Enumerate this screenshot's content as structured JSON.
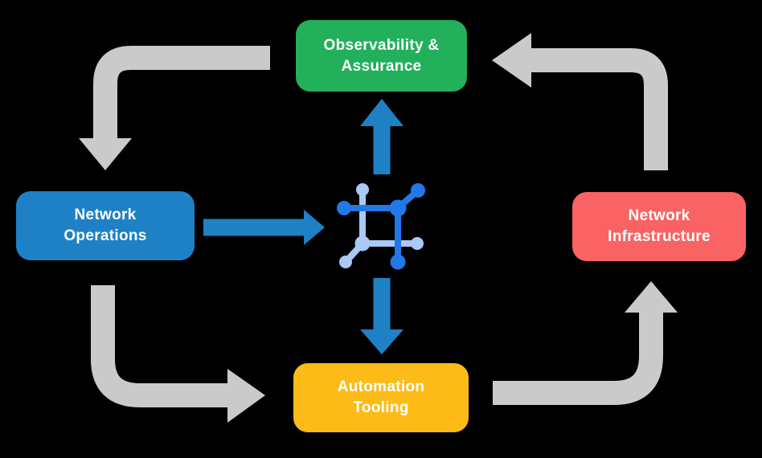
{
  "diagram": {
    "type": "cycle-flow-diagram",
    "background_color": "#000000",
    "node_text_color": "#ffffff",
    "nodes": {
      "observability": {
        "line1": "Observability &",
        "line2": "Assurance",
        "color": "#22b05b"
      },
      "operations": {
        "line1": "Network",
        "line2": "Operations",
        "color": "#1e81c5"
      },
      "infrastructure": {
        "line1": "Network",
        "line2": "Infrastructure",
        "color": "#f96363"
      },
      "automation": {
        "line1": "Automation",
        "line2": "Tooling",
        "color": "#fcbb17"
      }
    },
    "center_icon": {
      "name": "network-core-icon",
      "dark_color": "#2178e8",
      "light_color": "#a9c9f7"
    },
    "arrows": {
      "cycle_color": "#cacaca",
      "flow_color": "#1e81c5",
      "cycle": [
        {
          "from": "observability",
          "to": "operations"
        },
        {
          "from": "operations",
          "to": "automation"
        },
        {
          "from": "automation",
          "to": "infrastructure"
        },
        {
          "from": "infrastructure",
          "to": "observability"
        }
      ],
      "flow": [
        {
          "from": "operations",
          "to": "center"
        },
        {
          "from": "center",
          "to": "observability"
        },
        {
          "from": "center",
          "to": "automation"
        }
      ]
    }
  }
}
